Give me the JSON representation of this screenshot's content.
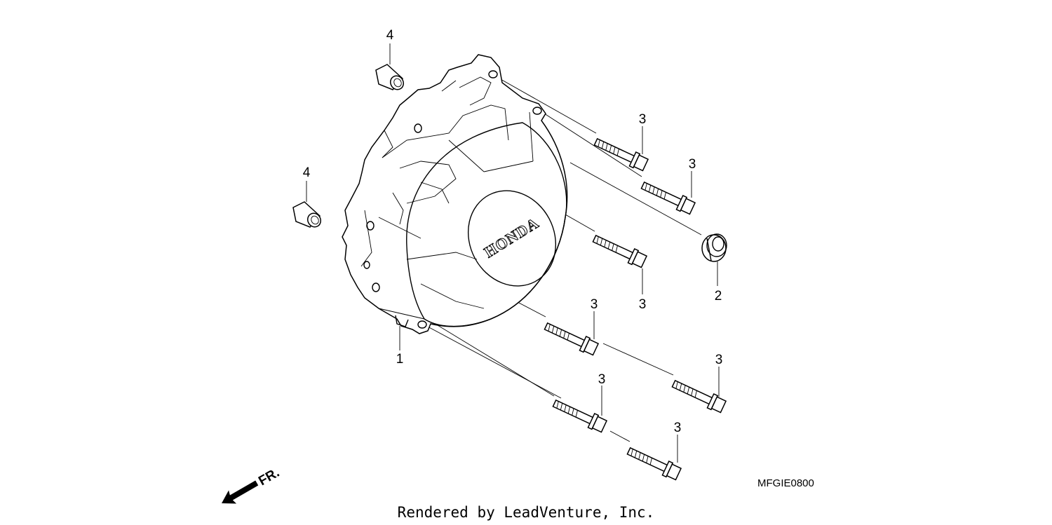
{
  "callouts": {
    "c1": "1",
    "c2": "2",
    "c3a": "3",
    "c3b": "3",
    "c3c": "3",
    "c3d": "3",
    "c3e": "3",
    "c3f": "3",
    "c3g": "3",
    "c4a": "4",
    "c4b": "4"
  },
  "logo_text": "HONDA",
  "front_indicator": "FR.",
  "diagram_code": "MFGIE0800",
  "footer_credit": "Rendered by LeadVenture, Inc.",
  "colors": {
    "line": "#000000",
    "background": "#ffffff"
  }
}
